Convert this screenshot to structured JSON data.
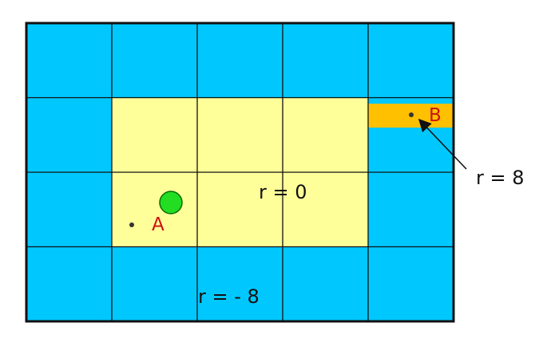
{
  "grid": {
    "rows": 4,
    "cols": 5,
    "outer_color": "#00c8ff",
    "inner_color": "#ffff99",
    "line_color": "#111111",
    "inner_region": {
      "row_start": 1,
      "row_end": 2,
      "col_start": 1,
      "col_end": 3
    }
  },
  "goal_strip": {
    "color": "#ffc000",
    "row": 1,
    "col": 4
  },
  "agent": {
    "color": "#22dd22",
    "stroke": "#0a6a0a"
  },
  "points": {
    "a": {
      "label": "A",
      "color": "#cc1111"
    },
    "b": {
      "label": "B",
      "color": "#cc1111"
    }
  },
  "rewards": {
    "inner": "r = 0",
    "outer": "r = - 8",
    "goal": "r = 8"
  }
}
